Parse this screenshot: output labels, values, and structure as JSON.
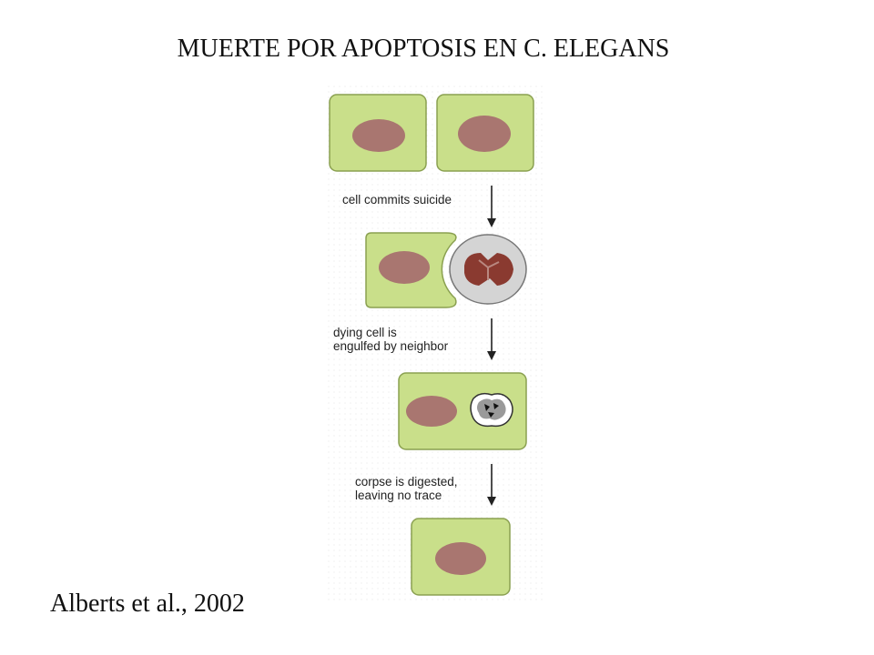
{
  "title": "MUERTE POR APOPTOSIS EN C. ELEGANS",
  "citation": "Alberts et al., 2002",
  "steps": [
    "cell commits suicide",
    "dying cell is\nengulfed by neighbor",
    "corpse is digested,\nleaving no trace"
  ],
  "colors": {
    "cell_fill": "#c9df8a",
    "cell_stroke": "#8aa050",
    "nucleus": "#a97670",
    "apoptotic_fragment": "#8a3a30",
    "dying_cell_fill": "#d4d4d4",
    "arrow": "#222222"
  }
}
